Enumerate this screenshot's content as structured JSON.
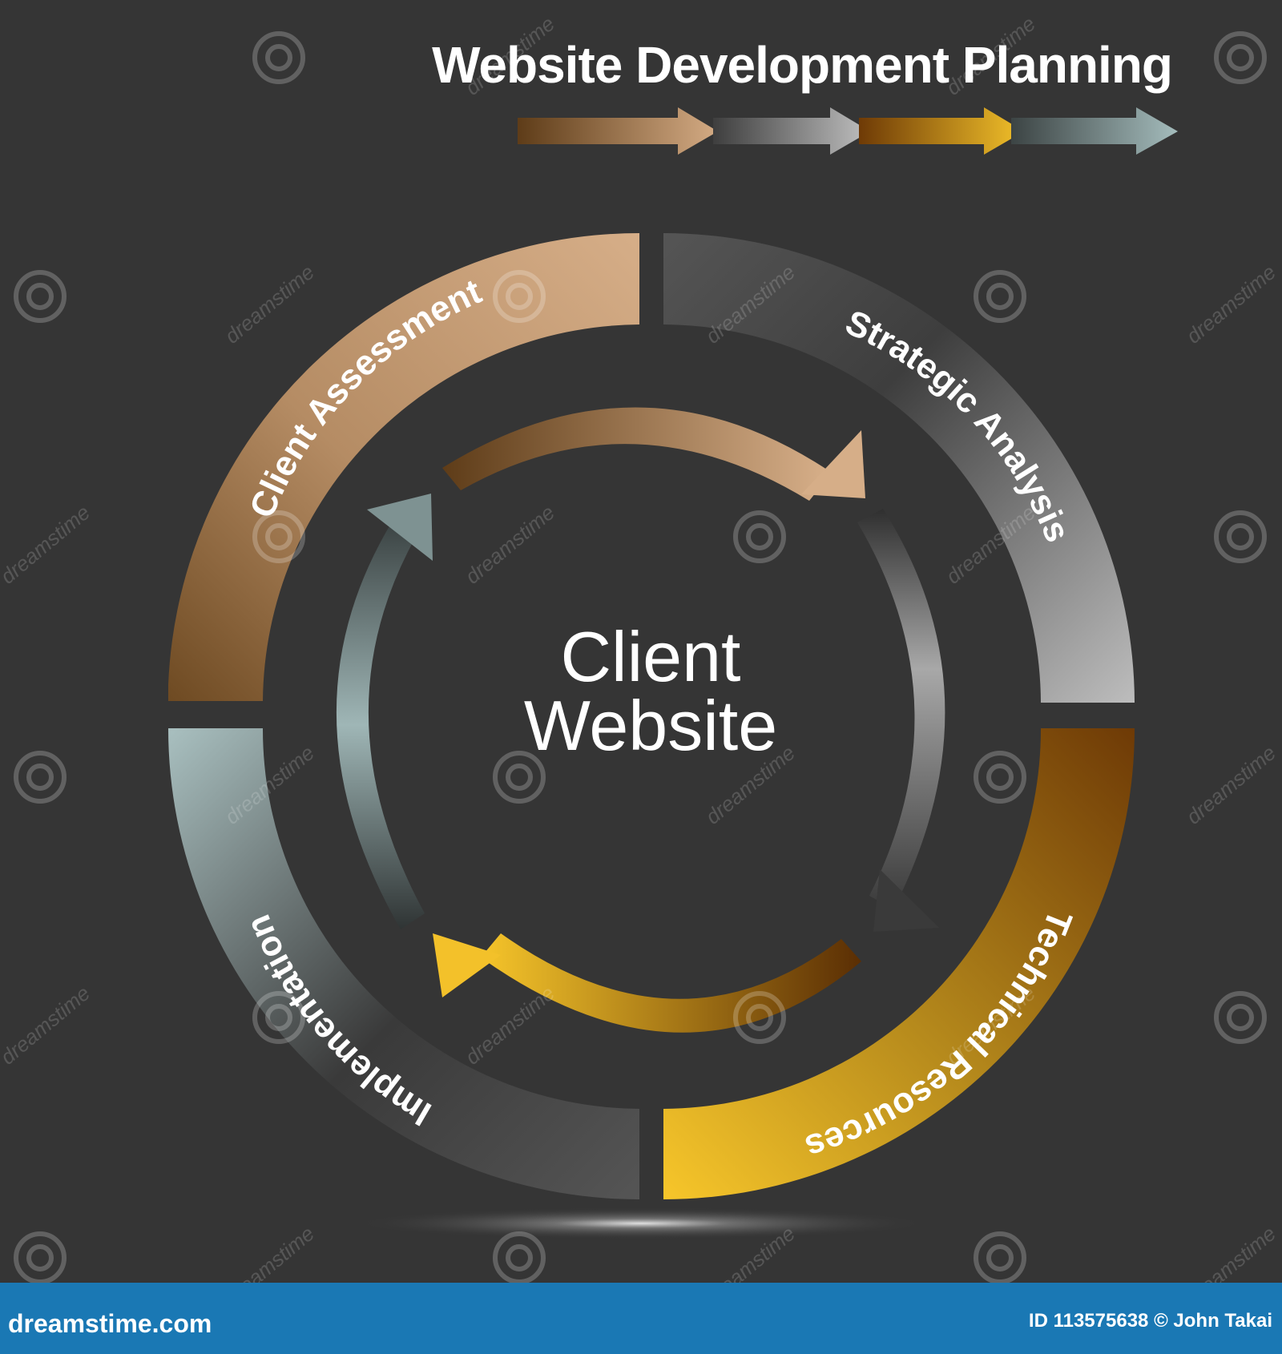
{
  "title": "Website Development Planning",
  "center": {
    "line1": "Client",
    "line2": "Website"
  },
  "segments": [
    {
      "label": "Client Assessment",
      "color": "#c9a27c"
    },
    {
      "label": "Strategic Analysis",
      "color": "#9a9a9a"
    },
    {
      "label": "Technical Resources",
      "color": "#e8b123"
    },
    {
      "label": "Implementation",
      "color": "#a7bdbd"
    }
  ],
  "header_arrow_colors": [
    "#c9a27c",
    "#b0b0b0",
    "#e8b123",
    "#9fb3b3"
  ],
  "watermark": {
    "text": "dreamstime"
  },
  "footer": {
    "site": "dreamstime.com",
    "credit": "ID 113575638 © John Takai",
    "bar_color": "#1a78b4"
  }
}
